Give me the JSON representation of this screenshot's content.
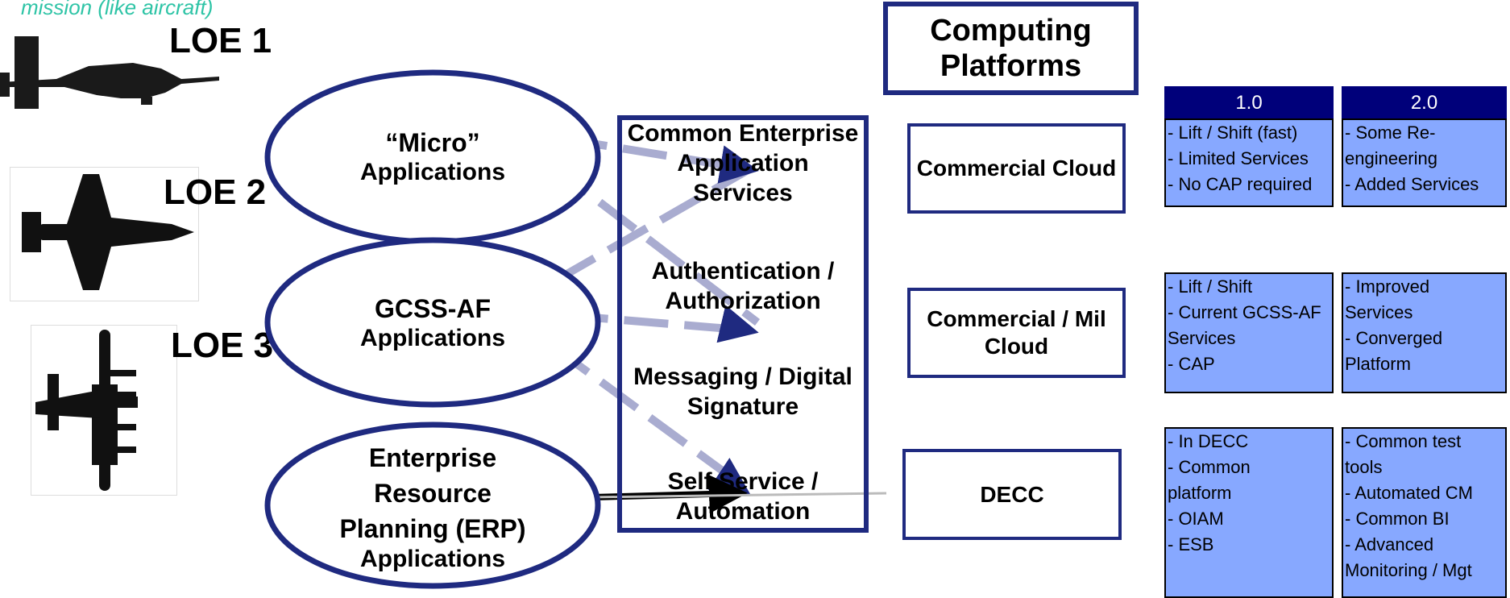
{
  "top_note": "mission (like aircraft)",
  "loe": [
    {
      "label": "LOE 1",
      "aircraft_icon": "uav-drone-icon"
    },
    {
      "label": "LOE 2",
      "aircraft_icon": "fighter-jet-icon"
    },
    {
      "label": "LOE 3",
      "aircraft_icon": "cargo-aircraft-icon"
    }
  ],
  "applications": [
    {
      "line1": "“Micro”",
      "line2": "Applications"
    },
    {
      "line1": "GCSS-AF",
      "line2": "Applications"
    },
    {
      "line1": "Enterprise\nResource\nPlanning (ERP)",
      "line2": "Applications"
    }
  ],
  "services": [
    "Common Enterprise\nApplication\nServices",
    "Authentication /\nAuthorization",
    "Messaging / Digital\nSignature",
    "Self Service /\nAutomation"
  ],
  "computing_platforms_header": "Computing\nPlatforms",
  "platforms": [
    "Commercial Cloud",
    "Commercial / Mil\nCloud",
    "DECC"
  ],
  "table": {
    "headers": [
      "1.0",
      "2.0"
    ],
    "rows": [
      [
        "- Lift / Shift (fast)\n- Limited Services\n- No CAP required",
        "- Some Re-\nengineering\n- Added Services"
      ],
      [
        "- Lift / Shift\n- Current GCSS-AF\nServices\n- CAP",
        "- Improved\nServices\n- Converged\nPlatform"
      ],
      [
        "- In DECC\n- Common\nplatform\n- OIAM\n- ESB",
        "- Common test\ntools\n- Automated CM\n- Common BI\n- Advanced\nMonitoring / Mgt"
      ]
    ]
  },
  "colors": {
    "navy": "#1f2a80",
    "dashed": "#a9acd0",
    "cell_fill": "#87a8ff",
    "header_fill": "#00007a",
    "note": "#2ec4a6"
  }
}
